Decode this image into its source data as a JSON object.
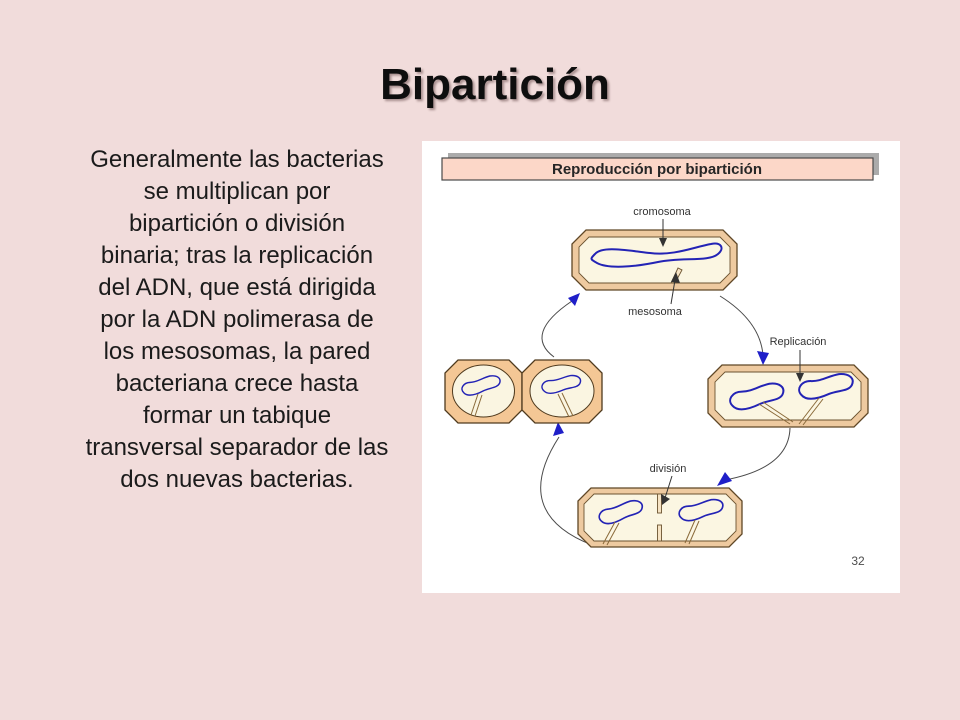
{
  "slide": {
    "background_color": "#f1dcdb",
    "title": "Bipartición",
    "body_lines": [
      "Generalmente las bacterias",
      "se multiplican por",
      "bipartición o división",
      "binaria; tras la replicación",
      "del ADN, que está dirigida",
      "por la ADN polimerasa de",
      "los mesosomas, la pared",
      "bacteriana crece hasta",
      "formar un tabique",
      "transversal separador de las",
      "dos  nuevas bacterias."
    ]
  },
  "figure": {
    "header_title": "Reproducción por bipartición",
    "labels": {
      "cromosoma": "cromosoma",
      "mesosoma": "mesosoma",
      "replicacion": "Replicación",
      "division": "división"
    },
    "page_number": "32",
    "colors": {
      "header_fill": "#fcd7c8",
      "header_shadow": "#ababab",
      "cell_wall": "#eecaa0",
      "cell_outline": "#5f4726",
      "cytoplasm": "#fbf6e2",
      "chromosome_blue": "#2323b5",
      "cycle_arrow_blue": "#1f1fc8",
      "daughter_cell_fill": "#f4c795"
    }
  }
}
